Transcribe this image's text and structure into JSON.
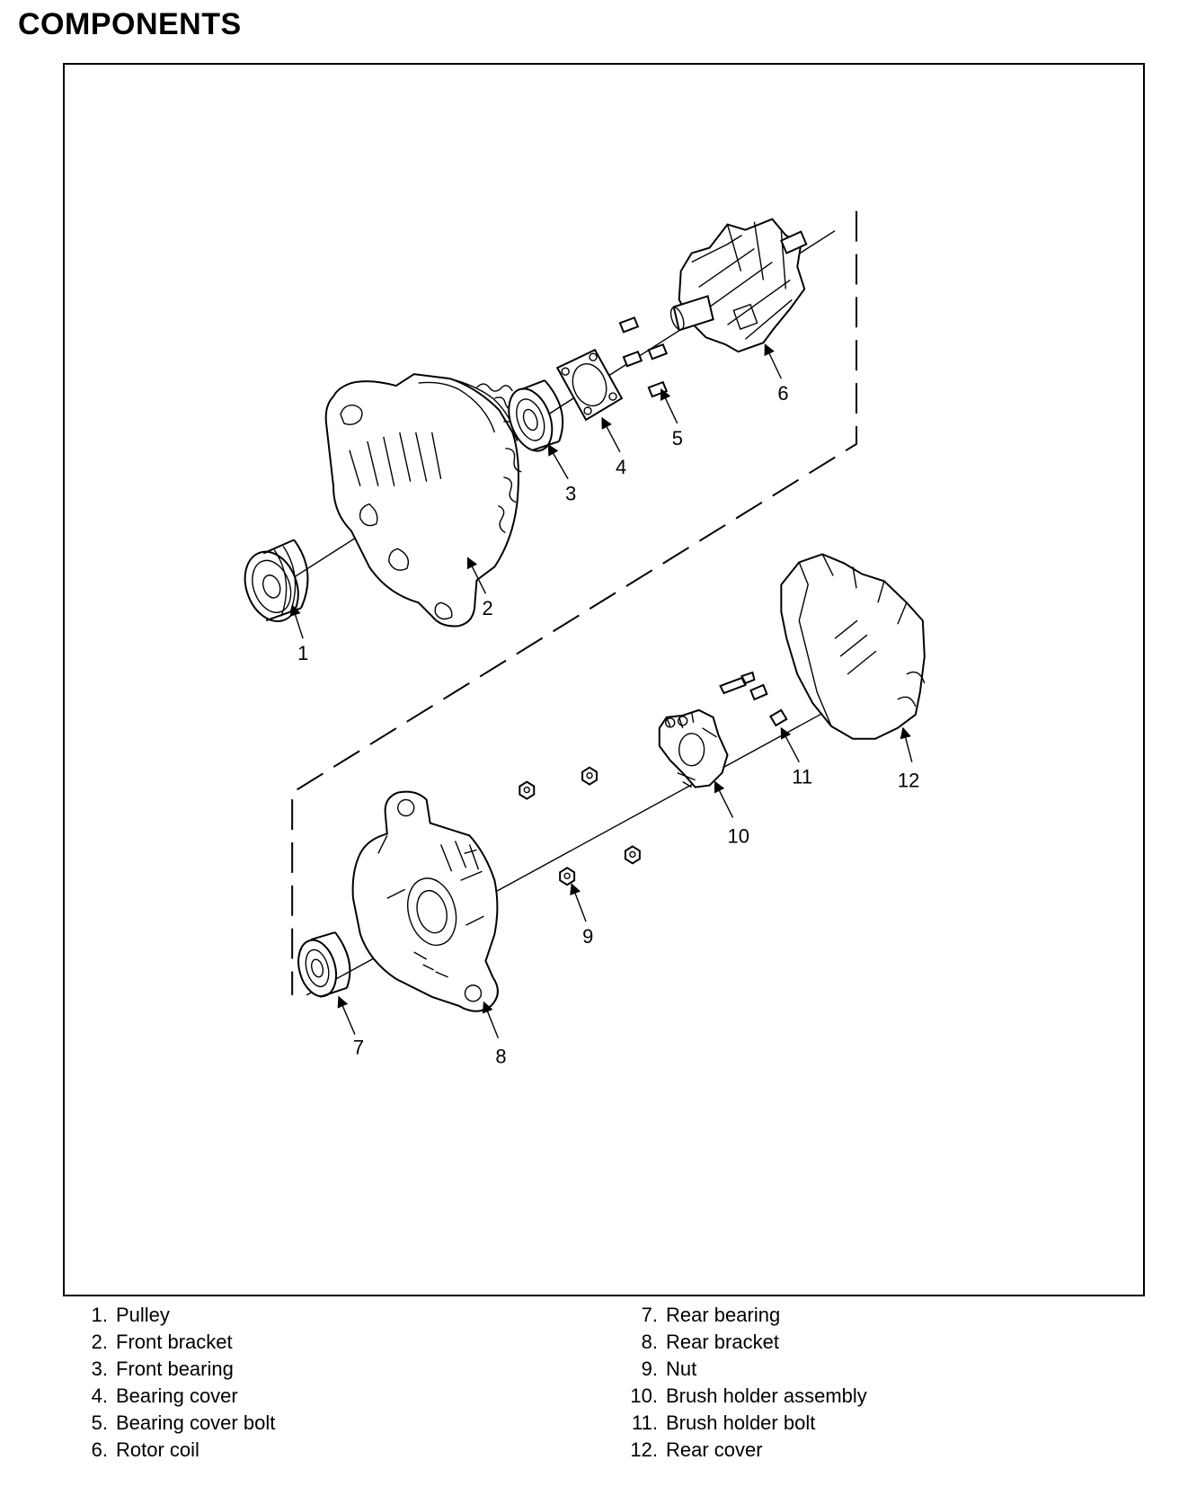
{
  "page": {
    "title": "COMPONENTS"
  },
  "diagram": {
    "callouts": [
      "1",
      "2",
      "3",
      "4",
      "5",
      "6",
      "7",
      "8",
      "9",
      "10",
      "11",
      "12"
    ]
  },
  "legend": [
    {
      "number": "1.",
      "label": "Pulley"
    },
    {
      "number": "2.",
      "label": "Front bracket"
    },
    {
      "number": "3.",
      "label": "Front bearing"
    },
    {
      "number": "4.",
      "label": "Bearing cover"
    },
    {
      "number": "5.",
      "label": "Bearing cover bolt"
    },
    {
      "number": "6.",
      "label": "Rotor coil"
    },
    {
      "number": "7.",
      "label": "Rear bearing"
    },
    {
      "number": "8.",
      "label": "Rear bracket"
    },
    {
      "number": "9.",
      "label": "Nut"
    },
    {
      "number": "10.",
      "label": "Brush holder assembly"
    },
    {
      "number": "11.",
      "label": "Brush holder bolt"
    },
    {
      "number": "12.",
      "label": "Rear cover"
    }
  ]
}
